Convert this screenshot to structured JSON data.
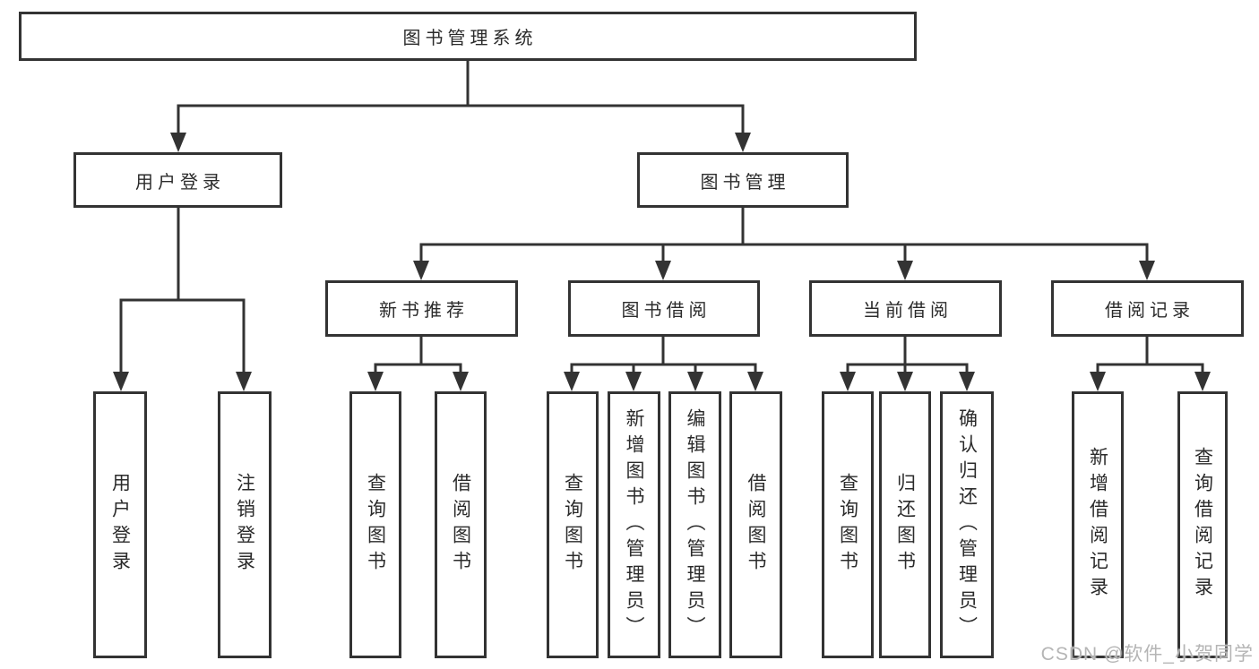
{
  "diagram": {
    "root": {
      "label": "图书管理系统"
    },
    "level2": {
      "user_login": {
        "label": "用户登录"
      },
      "book_management": {
        "label": "图书管理"
      }
    },
    "level3": {
      "new_book_recommend": {
        "label": "新书推荐"
      },
      "book_borrow": {
        "label": "图书借阅"
      },
      "current_borrow": {
        "label": "当前借阅"
      },
      "borrow_records": {
        "label": "借阅记录"
      }
    },
    "leaves": {
      "user_login": {
        "label": "用户登录"
      },
      "logout": {
        "label": "注销登录"
      },
      "recommend_query_books": {
        "label": "查询图书"
      },
      "recommend_borrow_books": {
        "label": "借阅图书"
      },
      "borrow_query_books": {
        "label": "查询图书"
      },
      "borrow_add_books_admin": {
        "label": "新增图书（管理员）"
      },
      "borrow_edit_books_admin": {
        "label": "编辑图书（管理员）"
      },
      "borrow_borrow_books": {
        "label": "借阅图书"
      },
      "current_query_books": {
        "label": "查询图书"
      },
      "current_return_books": {
        "label": "归还图书"
      },
      "current_confirm_return_admin": {
        "label": "确认归还（管理员）"
      },
      "records_add_record": {
        "label": "新增借阅记录"
      },
      "records_query_record": {
        "label": "查询借阅记录"
      }
    },
    "watermark": "CSDN @软件_小贺同学",
    "colors": {
      "line": "#333333",
      "box_background": "#ffffff",
      "text": "#2b2b2b",
      "watermark": "#b5b5b5"
    }
  }
}
